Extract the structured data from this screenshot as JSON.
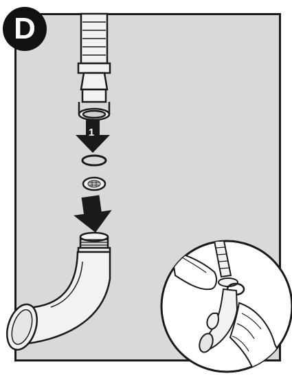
{
  "figure": {
    "panel_letter": "D",
    "step_number": "1"
  },
  "colors": {
    "panel_bg": "#d9d9d9",
    "outline": "#1a1a1a",
    "part_fill": "#f2f2f2",
    "arrow": "#1a1a1a"
  },
  "icons": {
    "badge": "circle-badge",
    "arrows": "down-arrow-icon",
    "inset": "magnifier-inset"
  }
}
